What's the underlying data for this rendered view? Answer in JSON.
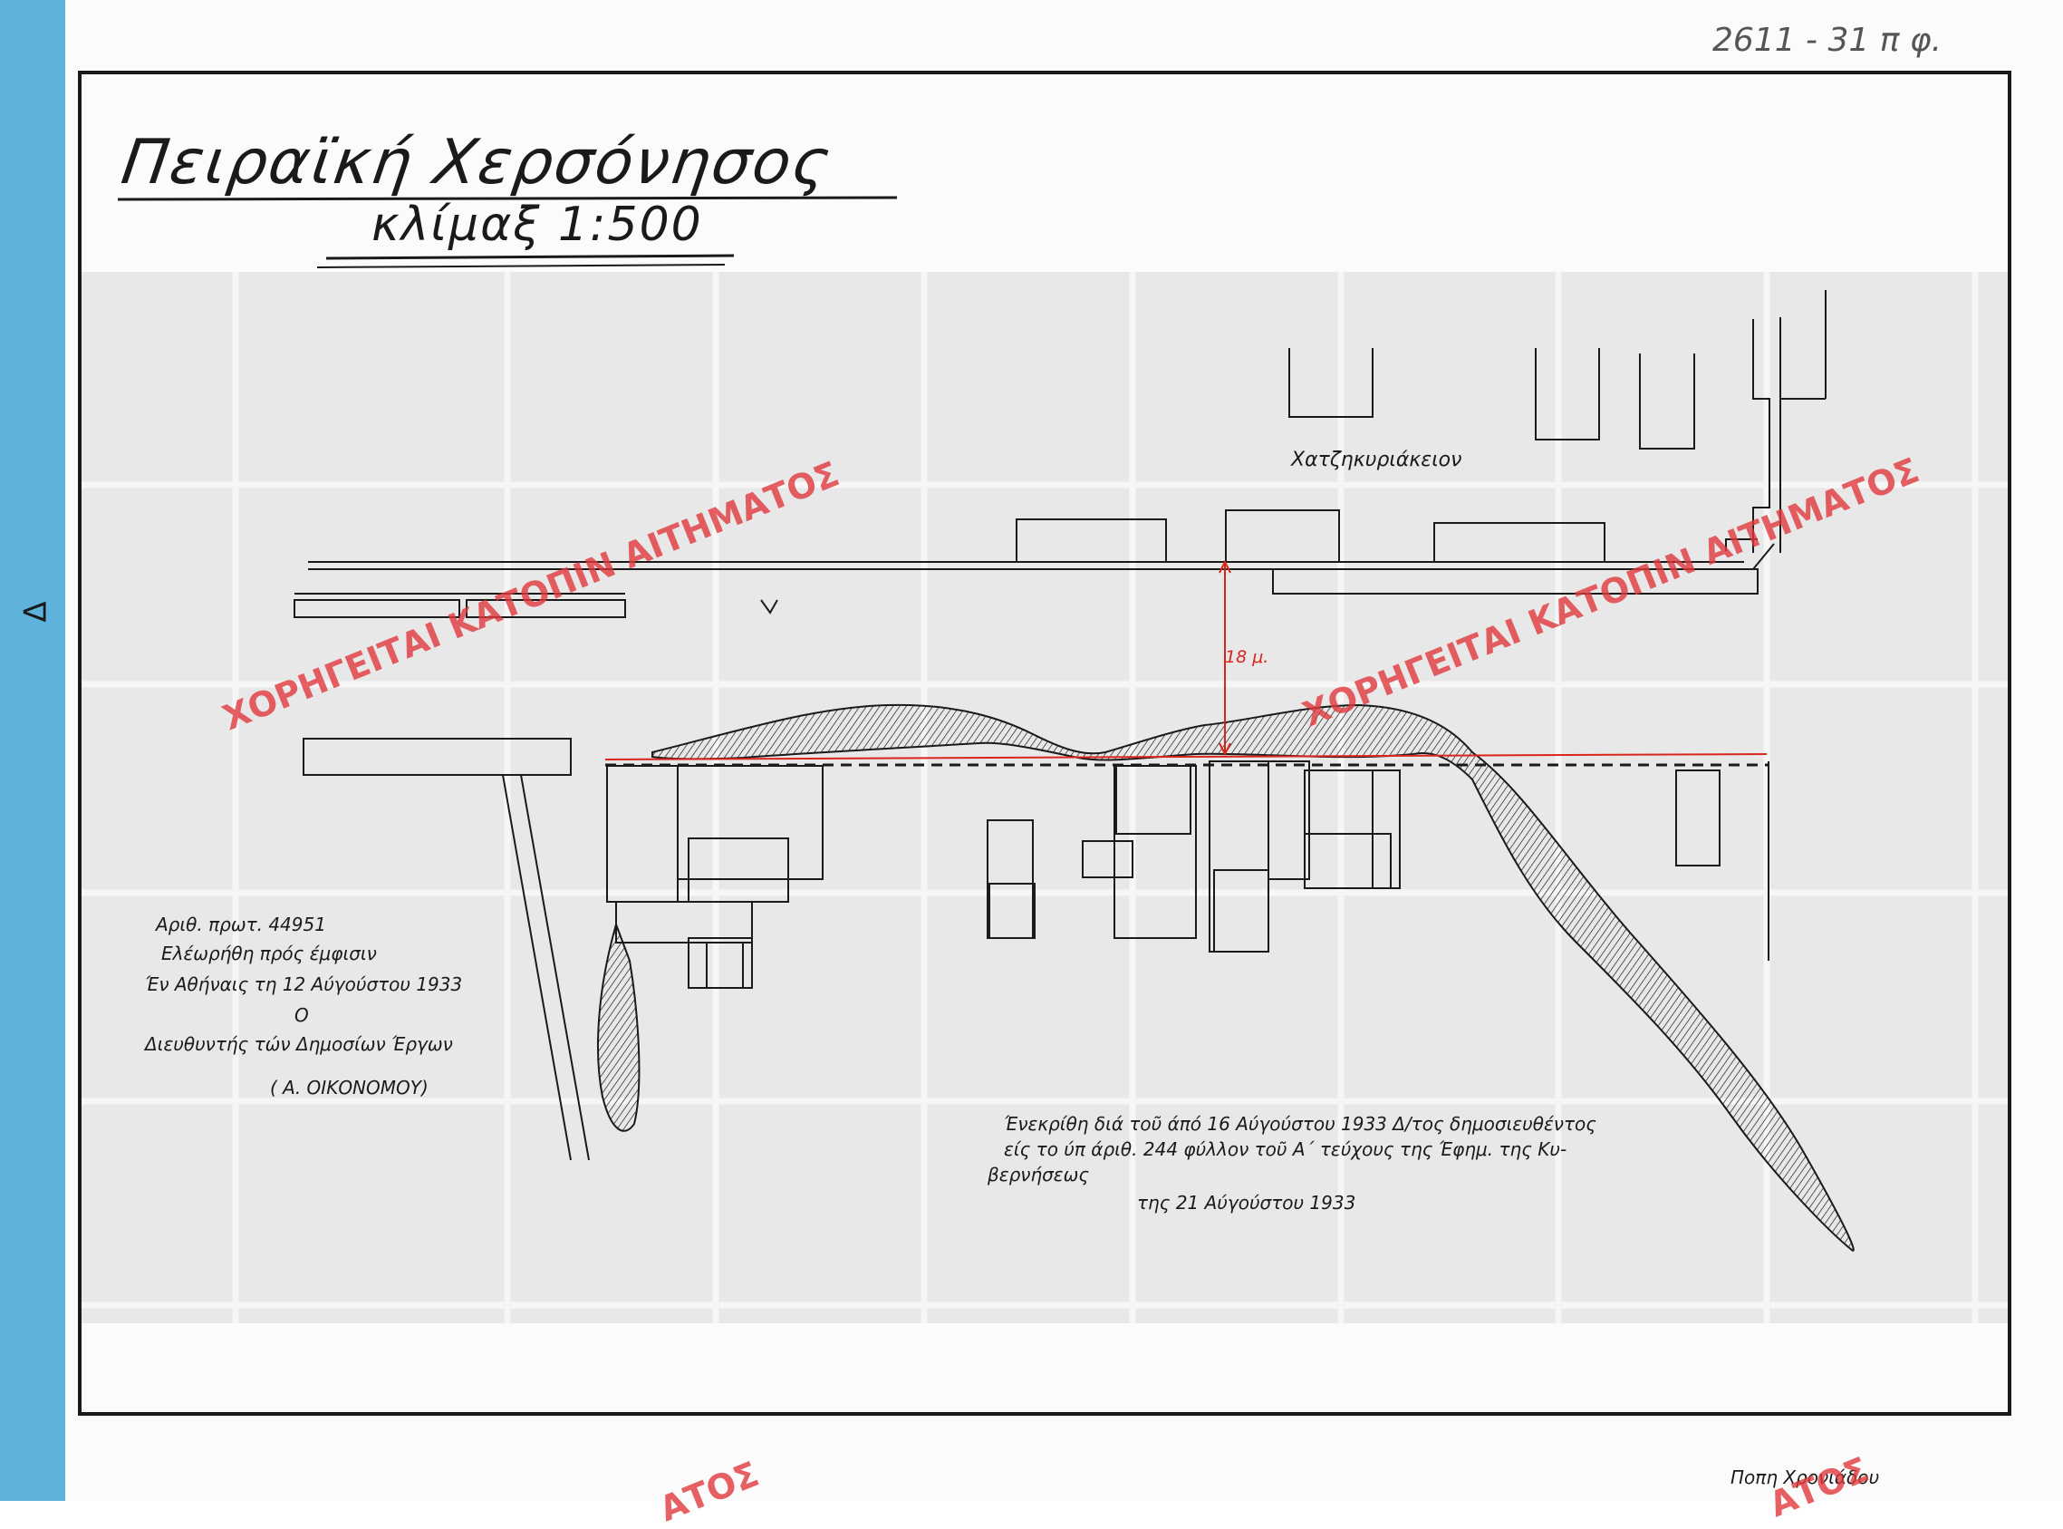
{
  "document": {
    "title": "Πειραϊκή Χερσόνησος",
    "scale_label": "κλίμαξ 1:500",
    "corner_reference": "2611 - 31 π φ.",
    "tape_mark": "Δ",
    "street_name": "Χατζηκυριάκειον",
    "dimension_label": "18 μ.",
    "approval_note": {
      "line1": "Αριθ. πρωτ. 44951",
      "line2": "Ελέωρήθη πρός έμφισιν",
      "line3": "Έν Αθήναις τη 12 Αύγούστου 1933",
      "line4": "Ο",
      "line5": "Διευθυντής τών Δημοσίων Έργων",
      "line6": "( Α. ΟΙΚΟΝΟΜΟΥ)"
    },
    "gazette_note": {
      "line1": "Ένεκρίθη διά τοῦ άπό 16 Αύγούστου 1933 Δ/τος δημοσιευθέντος",
      "line2": "είς το ύπ άριθ. 244 φύλλον τοῦ Α΄ τεύχους της Έφημ. της Κυ-",
      "line3": "βερνήσεως",
      "line4": "της 21 Αύγούστου 1933"
    },
    "drafter": "Ποπη Χρονιάδου",
    "watermark": "ΧΟΡΗΓΕΙΤΑΙ ΚΑΤΟΠΙΝ ΑΙΤΗΜΑΤΟΣ",
    "watermark_fragment": "ΑΤΟΣ"
  },
  "colors": {
    "ink": "#1a1a1a",
    "red_line": "#d9261c",
    "watermark": "#e0393e",
    "tape": "#5fb2dc",
    "gray_band": "#e4e4e4"
  }
}
